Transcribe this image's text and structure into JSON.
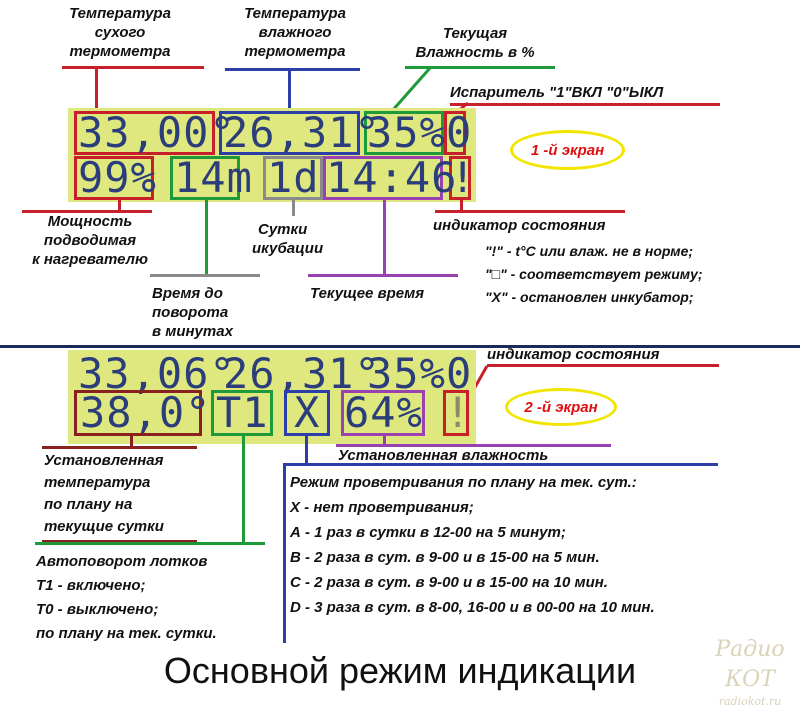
{
  "screen1": {
    "row1": {
      "dry_temp": "33,00°",
      "wet_temp": "26,31°",
      "humidity": "35%",
      "evaporator": "0"
    },
    "row2": {
      "power": "99%",
      "turn_time": "14m",
      "days": "1d",
      "clock": "14:46",
      "indicator": "!"
    },
    "badge": "1 -й экран"
  },
  "screen2": {
    "row1": {
      "dry_temp": "33,06°",
      "wet_temp": "26,31°",
      "humidity": "35%",
      "evaporator": "0"
    },
    "row2": {
      "set_temp": "38,0°",
      "tray_turn": "T1",
      "ventilation": "X",
      "set_humidity": "64%",
      "indicator": "!"
    },
    "badge": "2 -й экран"
  },
  "labels": {
    "dry_thermo": [
      "Температура",
      "сухого",
      "термометра"
    ],
    "wet_thermo": [
      "Температура",
      "влажного",
      "термометра"
    ],
    "cur_humidity": [
      "Текущая",
      "Влажность в %"
    ],
    "evaporator": "Испаритель \"1\"ВКЛ \"0\"ЫКЛ",
    "power": [
      "Мощность",
      "подводимая",
      "к нагревателю"
    ],
    "turn_time": [
      "Время до",
      "поворота",
      "в минутах"
    ],
    "days": [
      "Сутки",
      "икубации"
    ],
    "clock": "Текущее время",
    "status_title": "индикатор состояния",
    "status_items": [
      "\"!\" - t°С или влаж. не в норме;",
      "\"□\" - соответствует режиму;",
      "\"X\" - остановлен инкубатор;"
    ],
    "status_title2": "индикатор состояния",
    "set_temp": [
      "Установленная",
      "температура",
      "по плану на",
      "текущие сутки"
    ],
    "set_humidity": "Установленная влажность",
    "vent_title": "Режим проветривания по плану на тек. сут.:",
    "vent_items": [
      {
        "key": "X",
        "text": " - нет проветривания;"
      },
      {
        "key": "A",
        "text": " - 1 раз в сутки в 12-00 на 5 минут;"
      },
      {
        "key": "B",
        "text": " - 2 раза в сут. в 9-00 и в 15-00 на 5 мин."
      },
      {
        "key": "C",
        "text": " - 2 раза в сут. в 9-00 и в 15-00 на 10 мин."
      },
      {
        "key": "D",
        "text": " - 3 раза в сут. в 8-00, 16-00 и в 00-00 на 10 мин."
      }
    ],
    "tray": [
      "Автоповорот лотков",
      "Т1 - включено;",
      "Т0 - выключено;",
      "по плану на тек. сутки."
    ]
  },
  "title": "Основной режим индикации",
  "watermark": {
    "line1": "Радио КОТ",
    "line2": "radiokot.ru"
  },
  "colors": {
    "red": "#c8202a",
    "blue": "#2c3ea8",
    "green": "#1f9a3a",
    "gray": "#8a8a8a",
    "purple": "#9a40b0",
    "yellow": "#f2e600",
    "lcd": "#dfe87e",
    "segment": "#2b3d7a"
  }
}
